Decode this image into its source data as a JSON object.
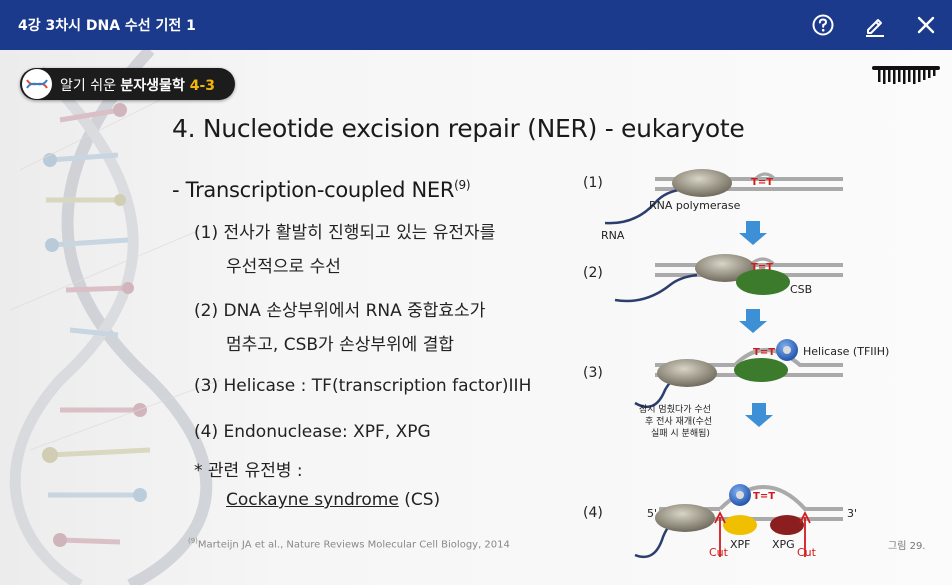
{
  "window": {
    "title": "4강 3차시 DNA 수선 기전 1",
    "help_icon": "help-circle-icon",
    "edit_icon": "pencil-icon",
    "close_icon": "close-icon"
  },
  "slide": {
    "course_badge": {
      "prefix": "알기 쉬운 ",
      "name": "분자생물학 ",
      "number": "4-3"
    },
    "heading": "4. Nucleotide excision repair (NER) - eukaryote",
    "bullet_head": "- Transcription-coupled NER",
    "bullet_ref": "(9)",
    "items": {
      "i1_line1": "(1) 전사가 활발히 진행되고 있는 유전자를",
      "i1_line2": "우선적으로 수선",
      "i2_line1": "(2) DNA 손상부위에서 RNA 중합효소가",
      "i2_line2": "멈추고, CSB가 손상부위에 결합",
      "i3": "(3) Helicase : TF(transcription factor)IIH",
      "i4": "(4) Endonuclease: XPF, XPG",
      "i5": "* 관련 유전병 :",
      "i6_name": "Cockayne syndrome",
      "i6_abbr": " (CS)"
    },
    "citation_ref": "(9)",
    "citation": "Marteijn JA et al., Nature Reviews Molecular Cell Biology, 2014",
    "figure_label": "그림 29."
  },
  "diagram": {
    "step1": "(1)",
    "step2": "(2)",
    "step3": "(3)",
    "step4": "(4)",
    "rna_pol": "RNA polymerase",
    "rna": "RNA",
    "lesion": "T=T",
    "csb": "CSB",
    "helicase": "Helicase (TFIIH)",
    "note_line1": "잠시 멈췄다가 수선",
    "note_line2": "후 전사 재개(수선",
    "note_line3": "실패 시 분해됨)",
    "five_prime": "5'",
    "three_prime": "3'",
    "xpf": "XPF",
    "xpg": "XPG",
    "cut_left": "Cut",
    "cut_right": "Cut",
    "colors": {
      "csb": "#3c7a2c",
      "xpf": "#f0c000",
      "xpg": "#8b1f1f",
      "helicase": "#2a64c8",
      "arrow": "#3d8fd6",
      "polymerase": "#9a9585"
    }
  }
}
